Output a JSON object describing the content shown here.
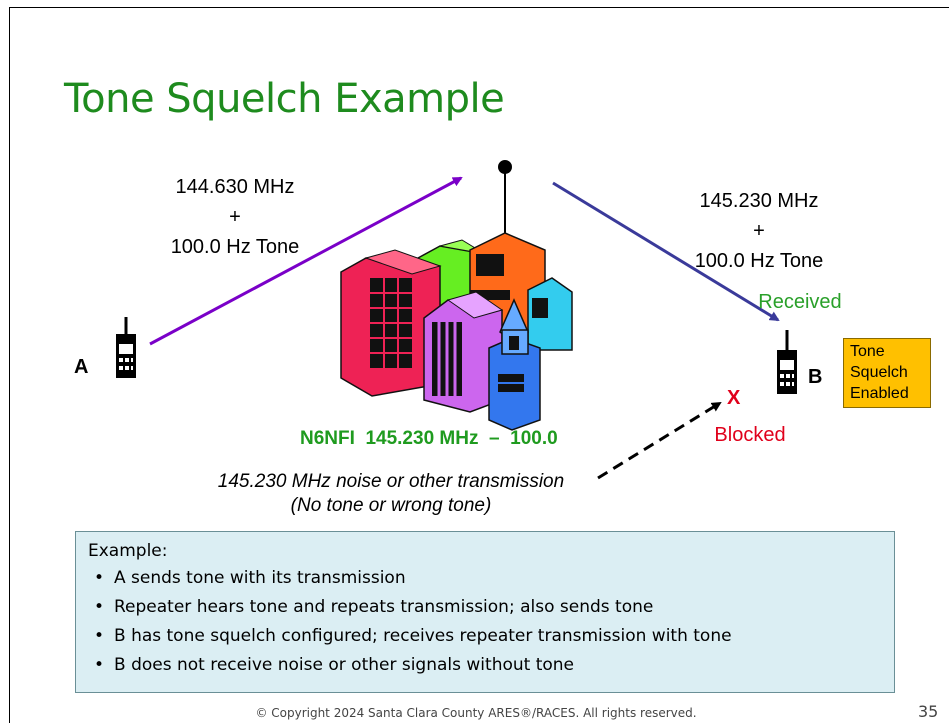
{
  "slide": {
    "title": "Tone Squelch Example",
    "footer": "© Copyright 2024  Santa Clara County ARES®/RACES. All rights reserved.",
    "page_number": "35"
  },
  "diagram": {
    "uplink": {
      "line1": "144.630 MHz",
      "line2": "+",
      "line3": "100.0 Hz Tone"
    },
    "downlink": {
      "line1": "145.230 MHz",
      "line2": "+",
      "line3": "100.0 Hz Tone"
    },
    "station_a": "A",
    "station_b": "B",
    "received": "Received",
    "blocked": "Blocked",
    "blocked_mark": "X",
    "repeater": "N6NFI  145.230 MHz  –  100.0",
    "noise_line1": "145.230 MHz noise or other transmission",
    "noise_line2": "(No tone or wrong tone)",
    "tone_box": {
      "line1": "Tone",
      "line2": "Squelch",
      "line3": "Enabled"
    },
    "colors": {
      "title_green": "#1e8b1e",
      "received_green": "#2aa02a",
      "blocked_red": "#e0001b",
      "uplink_purple": "#7a00c8",
      "downlink_blue": "#3a3a9a",
      "tone_box_orange": "#ffc000",
      "example_box_bg": "#dbeef3"
    }
  },
  "example": {
    "heading": "Example:",
    "bullets": [
      "A sends tone with its transmission",
      "Repeater hears tone and repeats transmission; also sends tone",
      "B has tone squelch configured; receives repeater transmission with tone",
      "B does not receive noise or other signals without tone"
    ]
  }
}
